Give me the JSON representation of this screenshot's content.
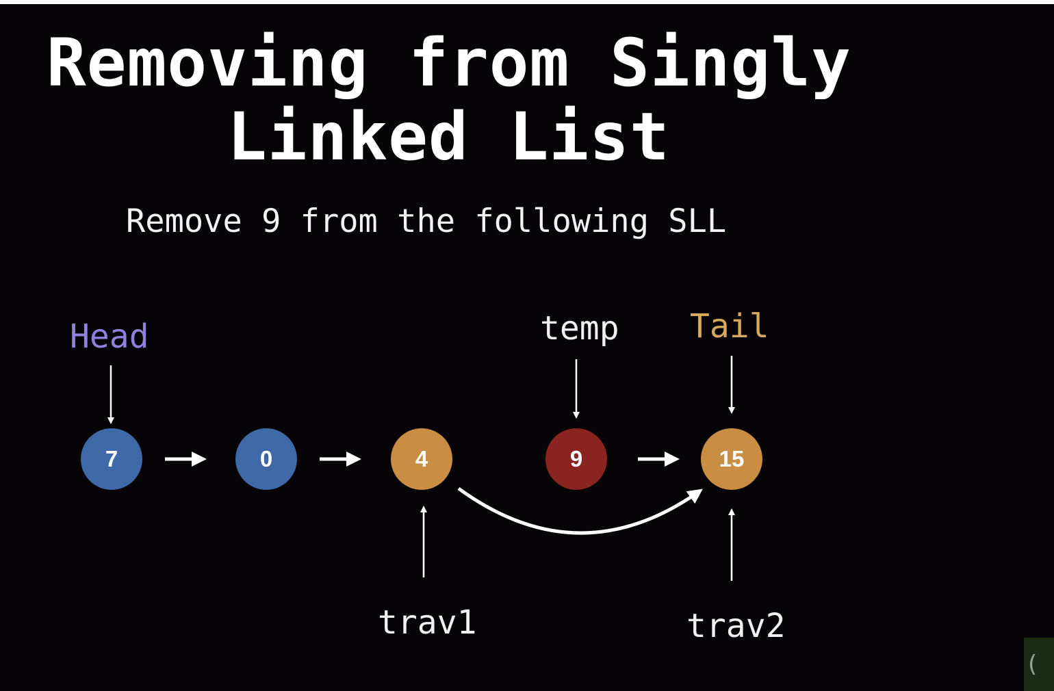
{
  "slide": {
    "title_line1": "Removing from Singly",
    "title_line2": "Linked List",
    "subtitle": "Remove 9 from the following SLL"
  },
  "nodes": [
    {
      "value": "7",
      "color": "#3e68a6",
      "role": "head"
    },
    {
      "value": "0",
      "color": "#3e68a6",
      "role": "normal"
    },
    {
      "value": "4",
      "color": "#c98e44",
      "role": "trav1"
    },
    {
      "value": "9",
      "color": "#8a2420",
      "role": "removed"
    },
    {
      "value": "15",
      "color": "#c98e44",
      "role": "tail"
    }
  ],
  "pointers": {
    "head": {
      "label": "Head",
      "color": "#8e82de"
    },
    "temp": {
      "label": "temp",
      "color": "#f0f0f0"
    },
    "tail": {
      "label": "Tail",
      "color": "#d8a85e"
    },
    "trav1": {
      "label": "trav1",
      "color": "#f0f0f0"
    },
    "trav2": {
      "label": "trav2",
      "color": "#f0f0f0"
    }
  },
  "colors": {
    "background": "#060407",
    "arrow": "#ffffff"
  },
  "icons": {
    "corner_logo": "freecodecamp-logo-icon"
  }
}
